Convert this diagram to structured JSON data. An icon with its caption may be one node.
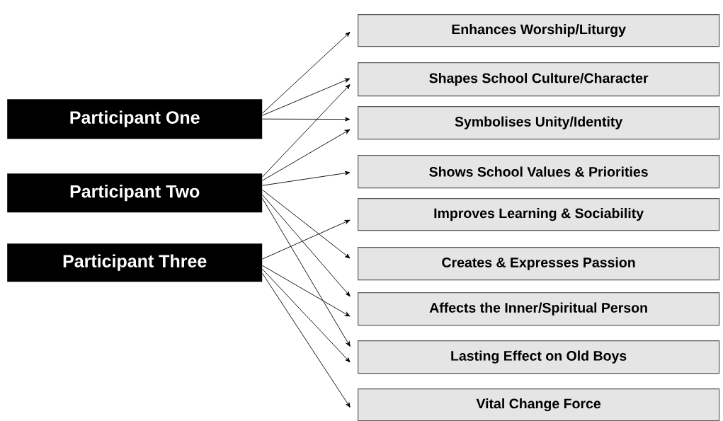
{
  "diagram": {
    "nodes": [
      {
        "text": [
          "Participant One"
        ]
      },
      {
        "text": [
          "Participant Two"
        ]
      },
      {
        "text": [
          "Participant Three"
        ]
      },
      {
        "text": [
          "Enhances Worship/Liturgy"
        ]
      },
      {
        "text": [
          "Shapes School Culture/Character"
        ]
      },
      {
        "text": [
          "Symbolises Unity/Identity"
        ]
      },
      {
        "text": [
          "Shows School Values & Priorities"
        ]
      },
      {
        "text": [
          "Improves Learning & Sociability"
        ]
      },
      {
        "text": [
          "Creates & Expresses Passion"
        ]
      },
      {
        "text": [
          "Affects the Inner/Spiritual Person"
        ]
      },
      {
        "text": [
          "Lasting Effect on Old Boys"
        ]
      },
      {
        "text": [
          "Vital Change Force"
        ]
      }
    ],
    "edges": [
      {
        "from": 0,
        "to": 3,
        "arrow": "to"
      },
      {
        "from": 0,
        "to": 4,
        "arrow": "to"
      },
      {
        "from": 0,
        "to": 5,
        "arrow": "to"
      },
      {
        "from": 1,
        "to": 4,
        "arrow": "to"
      },
      {
        "from": 1,
        "to": 5,
        "arrow": "to"
      },
      {
        "from": 1,
        "to": 6,
        "arrow": "to"
      },
      {
        "from": 1,
        "to": 8,
        "arrow": "to"
      },
      {
        "from": 1,
        "to": 9,
        "arrow": "to"
      },
      {
        "from": 1,
        "to": 10,
        "arrow": "to"
      },
      {
        "from": 2,
        "to": 7,
        "arrow": "to"
      },
      {
        "from": 2,
        "to": 9,
        "arrow": "to"
      },
      {
        "from": 2,
        "to": 10,
        "arrow": "to"
      },
      {
        "from": 2,
        "to": 11,
        "arrow": "to"
      }
    ]
  }
}
